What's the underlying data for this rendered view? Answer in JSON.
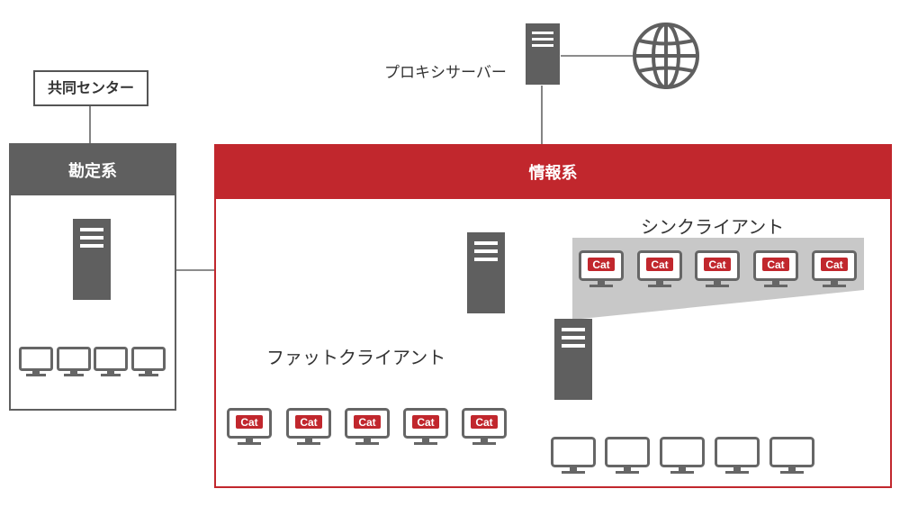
{
  "labels": {
    "proxy": "プロキシサーバー",
    "joint_center": "共同センター",
    "accounting": "勘定系",
    "information": "情報系",
    "thin_client": "シンクライアント",
    "fat_client": "ファットクライアント",
    "cat": "Cat"
  },
  "colors": {
    "accent": "#c1272d",
    "dark": "#5f5f5f",
    "line": "#666666",
    "thin_zone": "#c8c8c8"
  }
}
